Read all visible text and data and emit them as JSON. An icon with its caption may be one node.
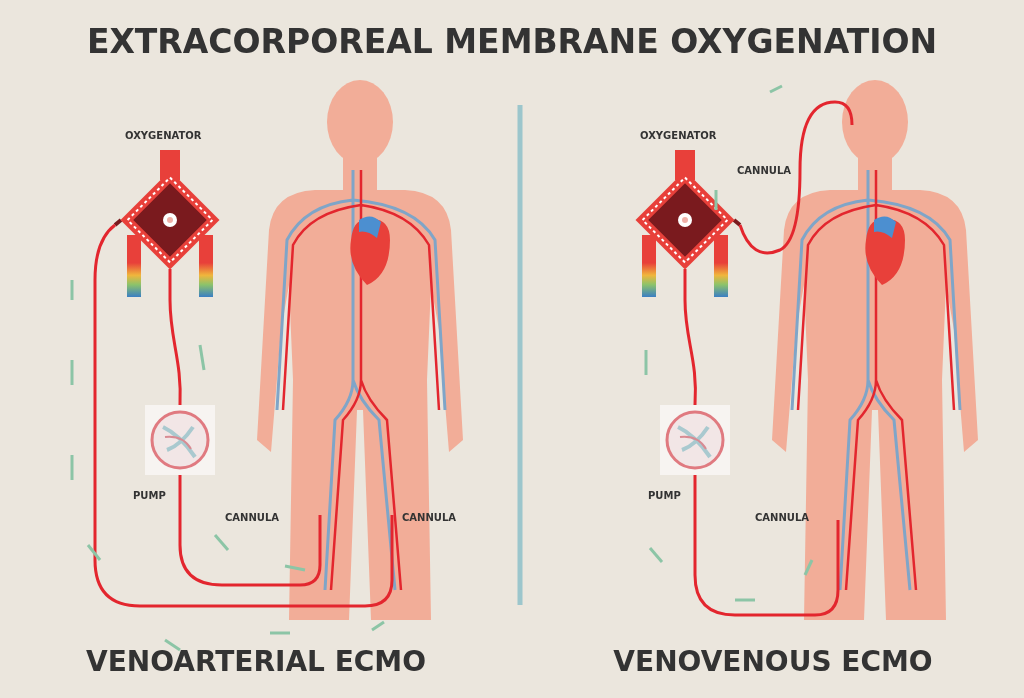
{
  "diagram": {
    "title": "EXTRACORPOREAL MEMBRANE OXYGENATION",
    "nodes": [
      {
        "text": [],
        "shape": "picture",
        "beside": [
          "OXYGENATOR"
        ]
      },
      {
        "text": [],
        "shape": "picture",
        "beside": [
          "PUMP"
        ]
      },
      {
        "text": [],
        "shape": "person"
      },
      {
        "text": [],
        "shape": "picture",
        "beside": [
          "OXYGENATOR"
        ]
      },
      {
        "text": [],
        "shape": "picture",
        "beside": [
          "PUMP"
        ]
      },
      {
        "text": [],
        "shape": "person"
      }
    ],
    "edges": [
      {
        "from": 0,
        "to": 1,
        "arrow": "none"
      },
      {
        "from": 1,
        "to": 2,
        "arrow": "none"
      },
      {
        "from": 0,
        "to": 2,
        "arrow": "none"
      },
      {
        "from": 3,
        "to": 4,
        "arrow": "none"
      },
      {
        "from": 4,
        "to": 5,
        "arrow": "none"
      },
      {
        "from": 3,
        "to": 5,
        "arrow": "none"
      }
    ],
    "labels": [
      "CANNULA",
      "CANNULA",
      "VENOARTERIAL ECMO",
      "CANNULA",
      "CANNULA",
      "VENOVENOUS ECMO"
    ]
  }
}
